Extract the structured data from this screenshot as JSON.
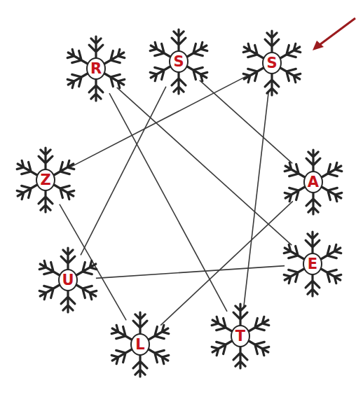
{
  "diagram": {
    "nodes": [
      {
        "text": [
          "S"
        ]
      },
      {
        "text": [
          "S"
        ]
      },
      {
        "text": [
          "R"
        ]
      },
      {
        "text": [
          "Z"
        ]
      },
      {
        "text": [
          "A"
        ]
      },
      {
        "text": [
          "U"
        ]
      },
      {
        "text": [
          "E"
        ]
      },
      {
        "text": [
          "L"
        ]
      },
      {
        "text": [
          "T"
        ]
      }
    ],
    "edges": [
      {
        "from": 1,
        "to": 8,
        "arrow": "none"
      },
      {
        "from": 8,
        "to": 2,
        "arrow": "none"
      },
      {
        "from": 2,
        "to": 6,
        "arrow": "none"
      },
      {
        "from": 6,
        "to": 5,
        "arrow": "none"
      },
      {
        "from": 5,
        "to": 0,
        "arrow": "none"
      },
      {
        "from": 0,
        "to": 4,
        "arrow": "none"
      },
      {
        "from": 4,
        "to": 7,
        "arrow": "none"
      },
      {
        "from": 7,
        "to": 3,
        "arrow": "none"
      },
      {
        "from": 3,
        "to": 1,
        "arrow": "none"
      }
    ]
  }
}
